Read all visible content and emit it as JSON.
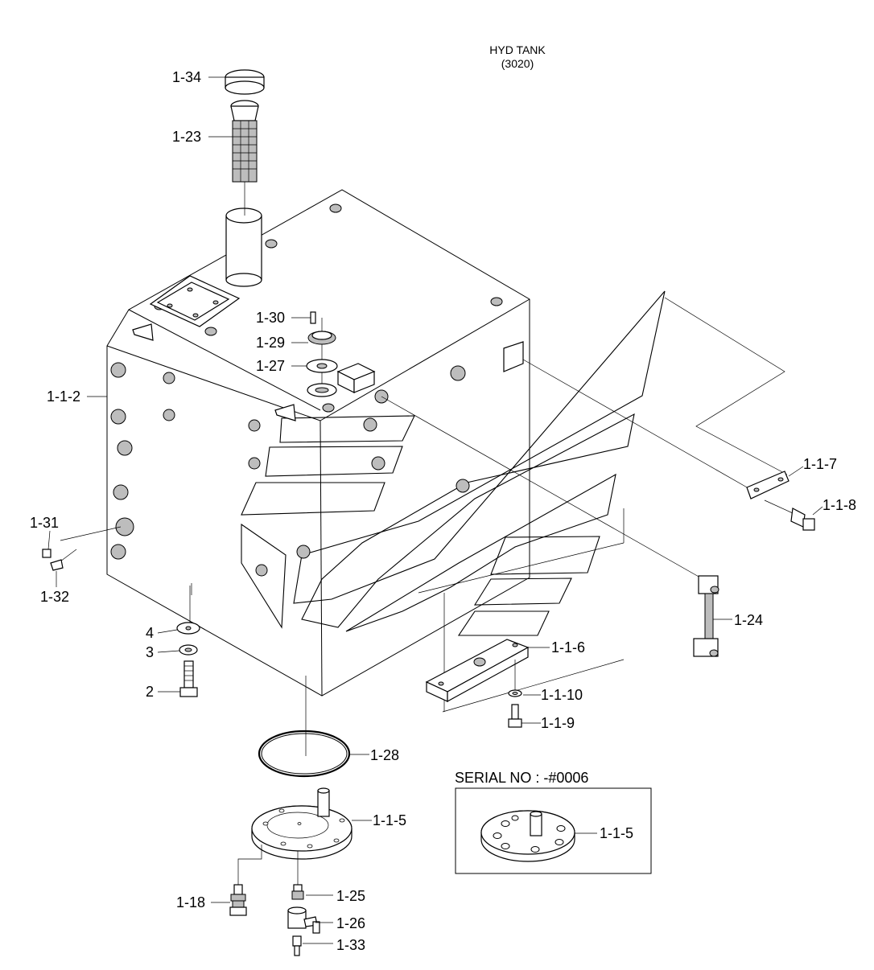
{
  "title": {
    "line1": "HYD TANK",
    "line2": "(3020)"
  },
  "serial_box": {
    "label": "SERIAL NO : -#0006",
    "part_label": "1-1-5"
  },
  "labels": {
    "p1_34": "1-34",
    "p1_23": "1-23",
    "p1_30": "1-30",
    "p1_29": "1-29",
    "p1_27": "1-27",
    "p1_1_2": "1-1-2",
    "p1_31": "1-31",
    "p1_32": "1-32",
    "p4": "4",
    "p3": "3",
    "p2": "2",
    "p1_1_7": "1-1-7",
    "p1_1_8": "1-1-8",
    "p1_24": "1-24",
    "p1_1_6": "1-1-6",
    "p1_1_10": "1-1-10",
    "p1_1_9": "1-1-9",
    "p1_28": "1-28",
    "p1_1_5": "1-1-5",
    "p1_18": "1-18",
    "p1_25": "1-25",
    "p1_26": "1-26",
    "p1_33": "1-33"
  }
}
